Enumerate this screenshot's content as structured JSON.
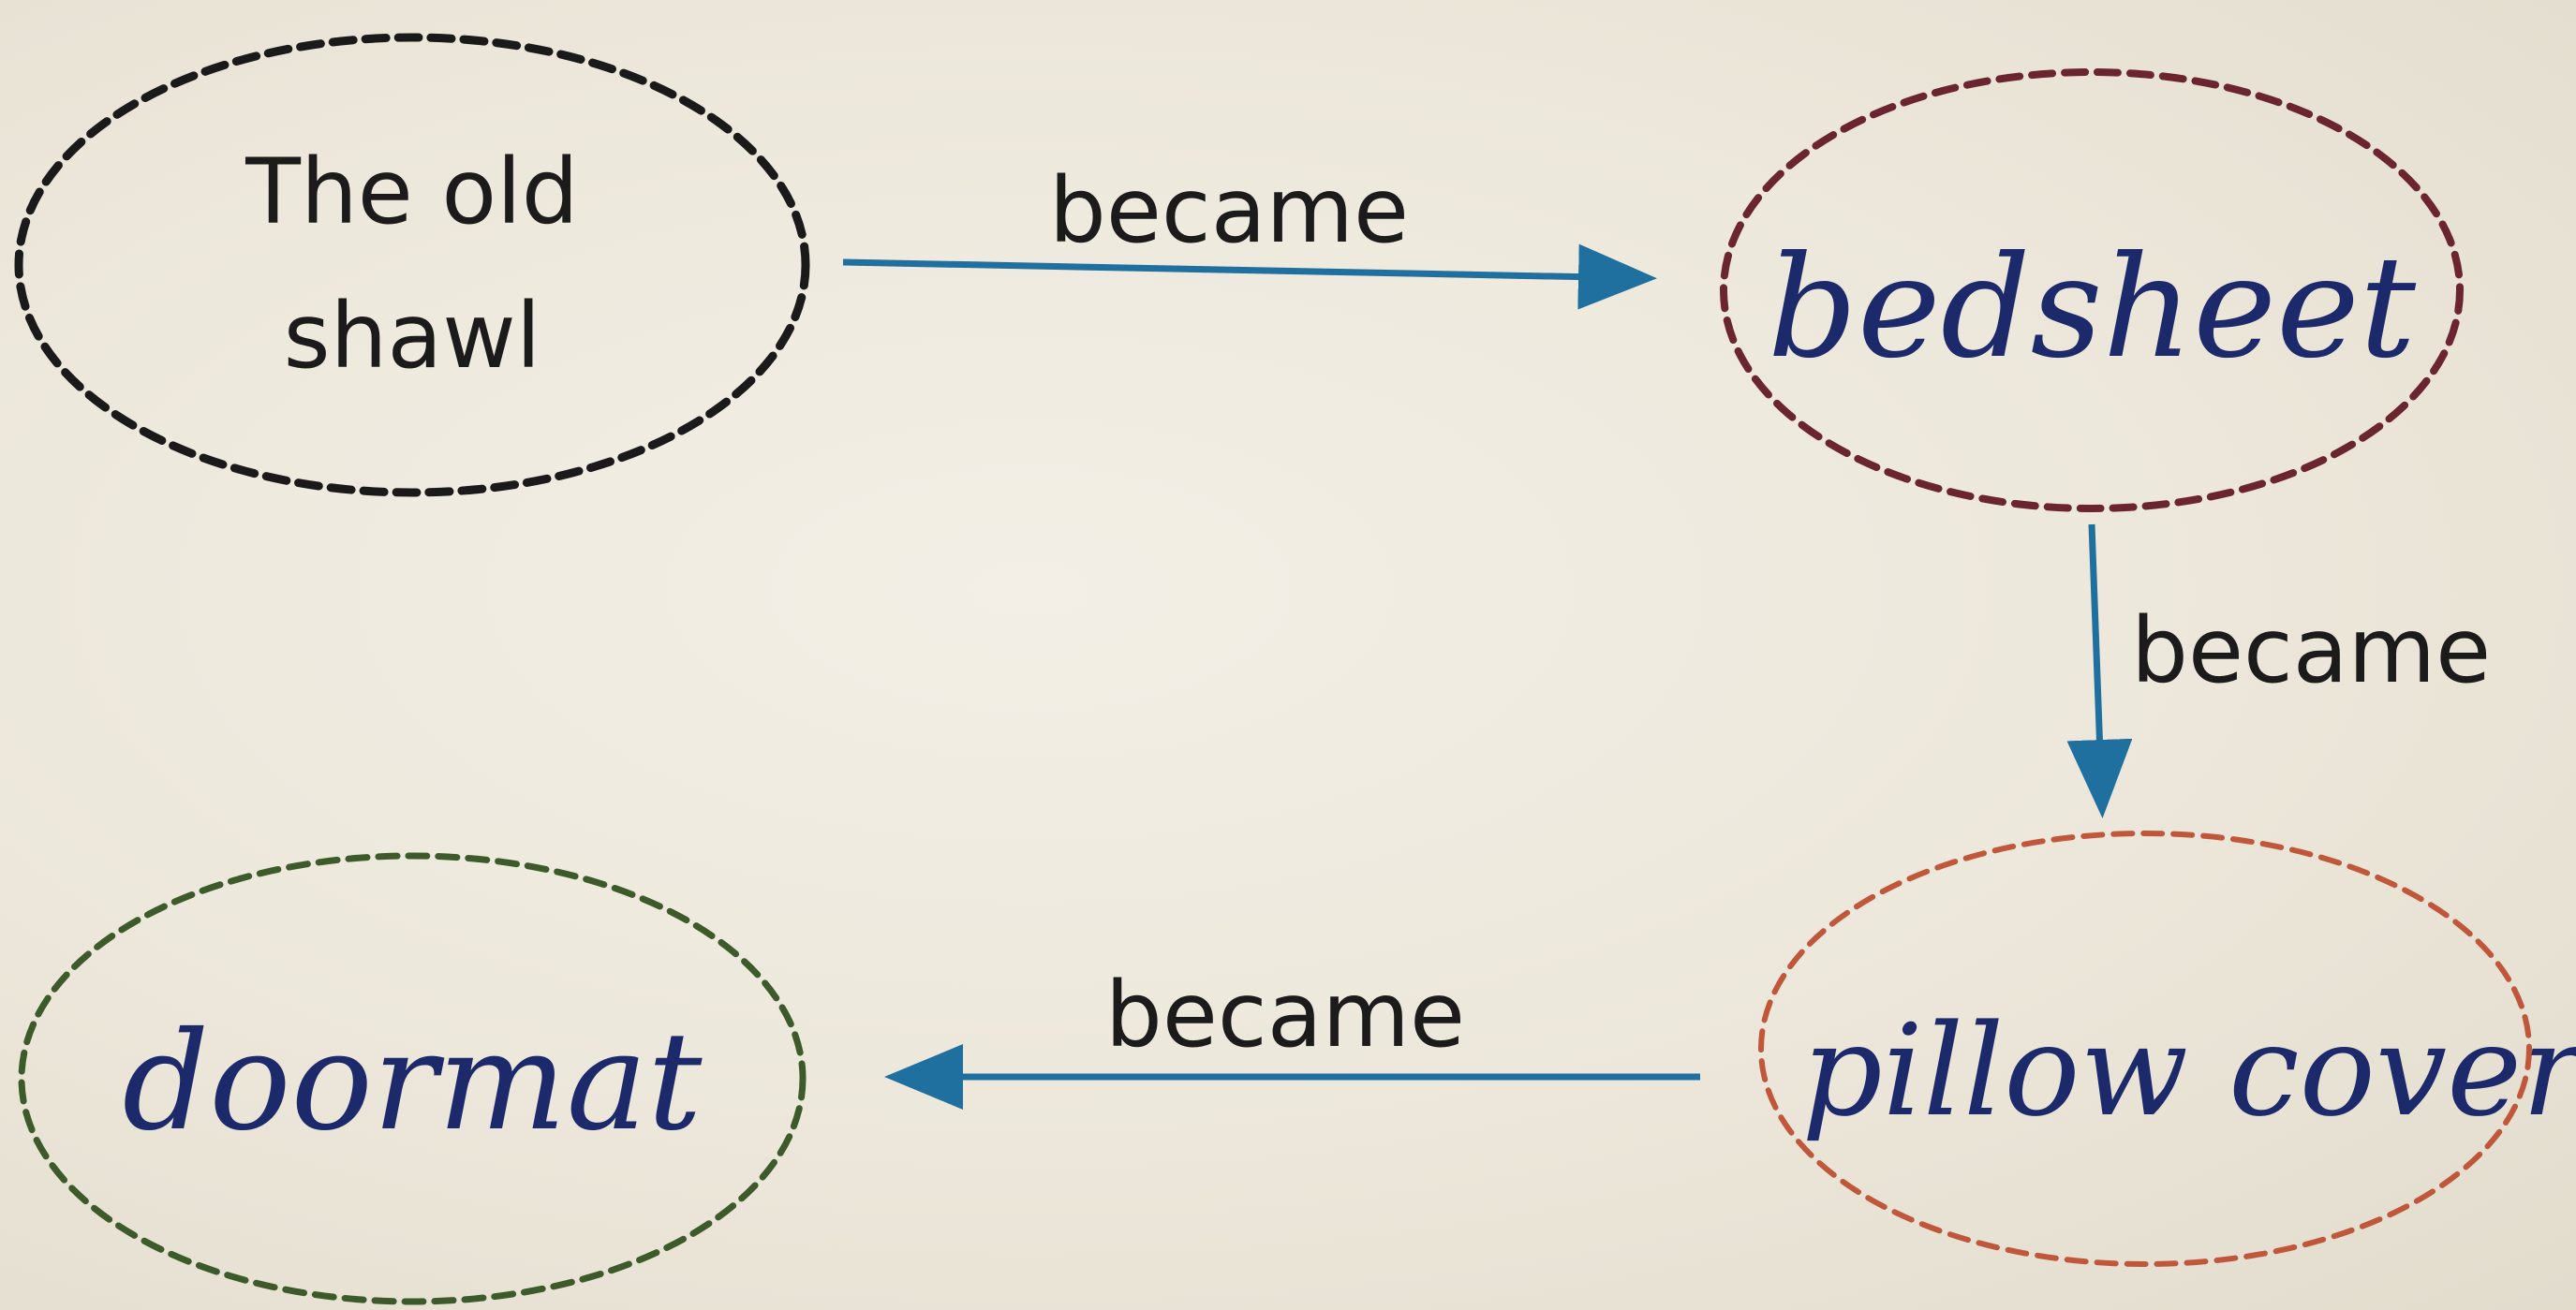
{
  "nodes": {
    "start": {
      "line1": "The old",
      "line2": "shawl",
      "border_color": "#1a1a1a"
    },
    "second": {
      "text": "bedsheet",
      "border_color": "#6b2530"
    },
    "third": {
      "text": "pillow cover",
      "border_color": "#c0563a"
    },
    "fourth": {
      "text": "doormat",
      "border_color": "#3d5a2a"
    }
  },
  "edges": {
    "start_to_second": {
      "label": "became"
    },
    "second_to_third": {
      "label": "became"
    },
    "third_to_fourth": {
      "label": "became"
    }
  },
  "colors": {
    "arrow": "#1f6f9f",
    "handwriting": "#1c2a6b",
    "printed_text": "#1b1b1b"
  }
}
